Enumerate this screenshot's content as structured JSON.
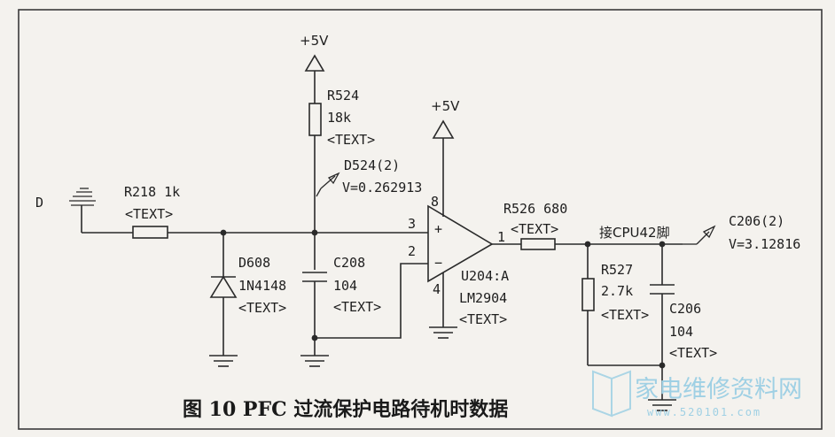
{
  "labels": {
    "node_d": "D",
    "r218": "R218  1k",
    "r218_text": "<TEXT>",
    "d608": "D608",
    "d608_value": "1N4148",
    "d608_text": "<TEXT>",
    "supply1": "+5V",
    "r524": "R524",
    "r524_value": "18k",
    "r524_text": "<TEXT>",
    "probe1_name": "D524(2)",
    "probe1_value": "V=0.262913",
    "c208": "C208",
    "c208_value": "104",
    "c208_text": "<TEXT>",
    "supply2": "+5V",
    "pin8": "8",
    "pin3": "3",
    "pin2": "2",
    "pin4": "4",
    "pin1": "1",
    "plus_sign": "+",
    "minus_sign": "−",
    "u204": "U204:A",
    "u204_value": "LM2904",
    "u204_text": "<TEXT>",
    "r526": "R526  680",
    "r526_text": "<TEXT>",
    "cpu_note": "接CPU42脚",
    "r527": "R527",
    "r527_value": "2.7k",
    "r527_text": "<TEXT>",
    "c206": "C206",
    "c206_value": "104",
    "c206_text": "<TEXT>",
    "probe2_name": "C206(2)",
    "probe2_value": "V=3.12816"
  },
  "caption": "图 10 PFC 过流保护电路待机时数据",
  "watermark": {
    "text": "家电维修资料网",
    "url": "www.520101.com"
  },
  "colors": {
    "ink": "#2a2a2a",
    "paper": "#f4f2ee",
    "watermark": "#9fd0e4"
  }
}
